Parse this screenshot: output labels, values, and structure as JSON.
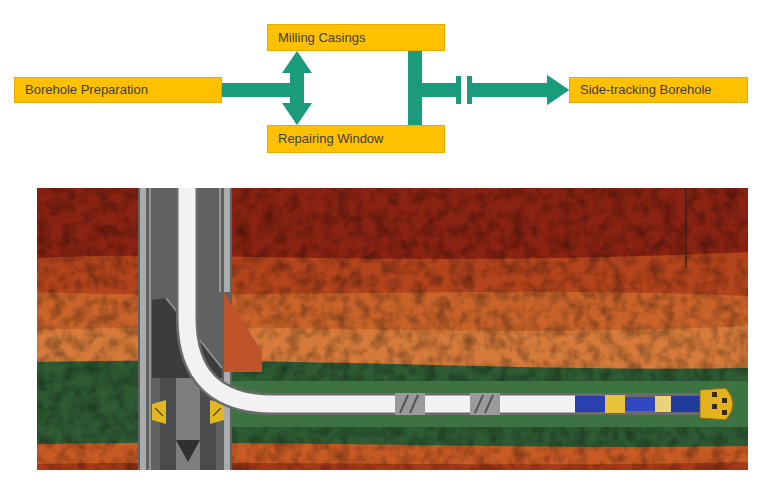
{
  "diagram": {
    "nodes": [
      {
        "text": [
          "Borehole Preparation"
        ]
      },
      {
        "text": [
          "Milling Casings"
        ]
      },
      {
        "text": [
          "Repairing Window"
        ]
      },
      {
        "text": [
          "Side-tracking Borehole"
        ]
      }
    ],
    "edges": [
      {
        "from": 0,
        "to": 1,
        "arrow": "to"
      },
      {
        "from": 0,
        "to": 2,
        "arrow": "to"
      },
      {
        "from": 1,
        "to": 3,
        "arrow": "to"
      },
      {
        "from": 2,
        "to": 3,
        "arrow": "to"
      }
    ]
  }
}
